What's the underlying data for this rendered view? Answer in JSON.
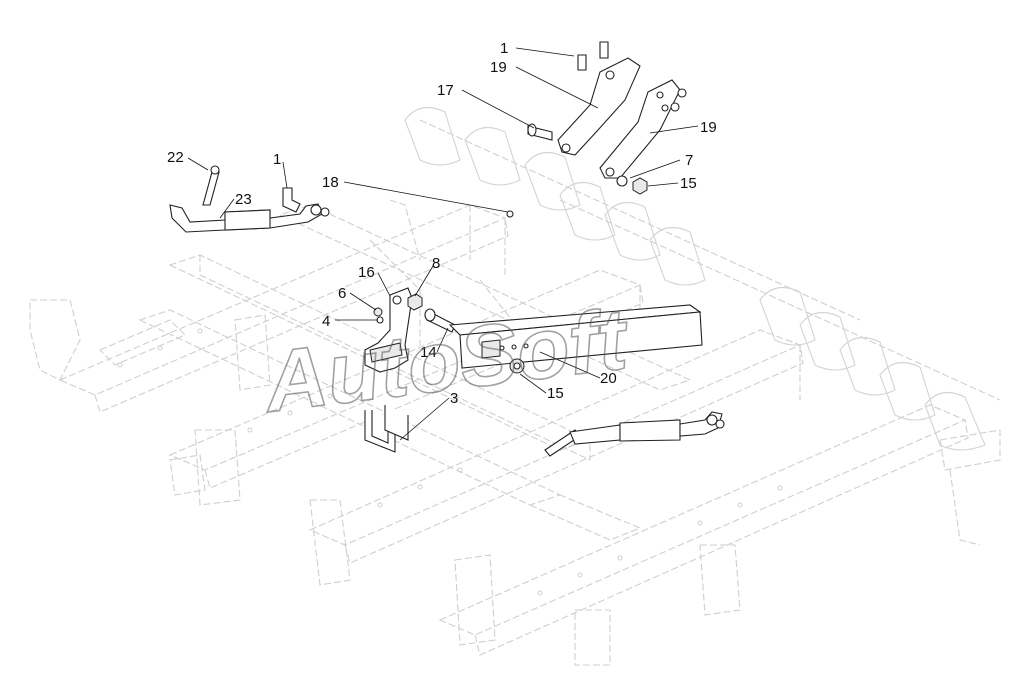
{
  "watermark": "AutoSoft",
  "callouts": [
    {
      "label": "1"
    },
    {
      "label": "19"
    },
    {
      "label": "17"
    },
    {
      "label": "19"
    },
    {
      "label": "7"
    },
    {
      "label": "15"
    },
    {
      "label": "22"
    },
    {
      "label": "1"
    },
    {
      "label": "18"
    },
    {
      "label": "23"
    },
    {
      "label": "16"
    },
    {
      "label": "8"
    },
    {
      "label": "6"
    },
    {
      "label": "4"
    },
    {
      "label": "14"
    },
    {
      "label": "20"
    },
    {
      "label": "15"
    },
    {
      "label": "3"
    }
  ]
}
